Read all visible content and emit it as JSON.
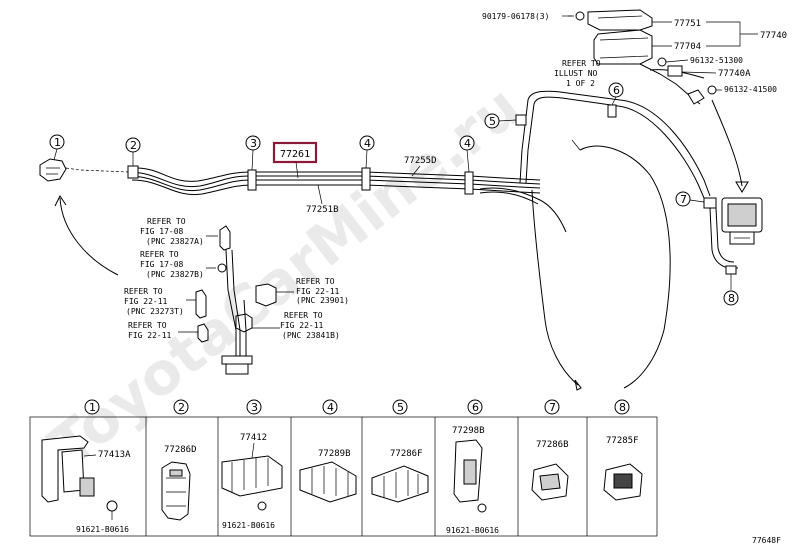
{
  "watermark": "ToyotaCarMine.ru",
  "figure_code": "77648F",
  "highlight_color": "#8b1a3a",
  "main": {
    "highlighted_part": "77261",
    "labels": {
      "p77255D": "77255D",
      "p77251B": "77251B",
      "p90179": "90179-06178(3)",
      "p77751": "77751",
      "p77740": "77740",
      "p77704": "77704",
      "refer_illust_1": "REFER TO",
      "refer_illust_2": "ILLUST NO",
      "refer_illust_3": "1 OF 2",
      "p96132_51300": "96132-51300",
      "p77740A": "77740A",
      "p96132_41500": "96132-41500"
    },
    "refer_blocks": [
      {
        "l1": "REFER TO",
        "l2": "FIG 17-08",
        "l3": "(PNC 23827A)"
      },
      {
        "l1": "REFER TO",
        "l2": "FIG 17-08",
        "l3": "(PNC 23827B)"
      },
      {
        "l1": "REFER TO",
        "l2": "FIG 22-11",
        "l3": "(PNC 23273T)"
      },
      {
        "l1": "REFER TO",
        "l2": "FIG 22-11",
        "l3": ""
      },
      {
        "l1": "REFER TO",
        "l2": "FIG 22-11",
        "l3": "(PNC 23901)"
      },
      {
        "l1": "REFER TO",
        "l2": "FIG 22-11",
        "l3": "(PNC 23841B)"
      }
    ],
    "callouts": [
      "1",
      "2",
      "3",
      "4",
      "4",
      "5",
      "6",
      "7",
      "8"
    ]
  },
  "detail_panels": [
    {
      "num": "1",
      "parts": [
        "77413A",
        "91621-B0616"
      ]
    },
    {
      "num": "2",
      "parts": [
        "77286D"
      ]
    },
    {
      "num": "3",
      "parts": [
        "77412",
        "91621-B0616"
      ]
    },
    {
      "num": "4",
      "parts": [
        "77289B"
      ]
    },
    {
      "num": "5",
      "parts": [
        "77286F"
      ]
    },
    {
      "num": "6",
      "parts": [
        "77298B",
        "91621-B0616"
      ]
    },
    {
      "num": "7",
      "parts": [
        "77286B"
      ]
    },
    {
      "num": "8",
      "parts": [
        "77285F"
      ]
    }
  ]
}
